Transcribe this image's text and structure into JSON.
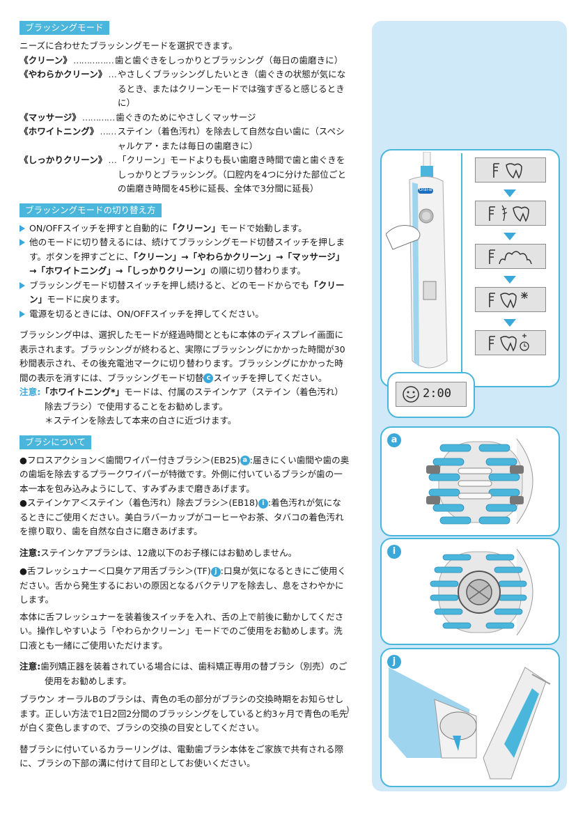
{
  "section1": {
    "title": "ブラッシングモード",
    "intro": "ニーズに合わせたブラッシングモードを選択できます。",
    "modes": [
      {
        "name": "《クリーン》",
        "dots": "……………",
        "desc": "歯と歯ぐきをしっかりとブラッシング（毎日の歯磨きに）"
      },
      {
        "name": "《やわらかクリーン》",
        "dots": "…",
        "desc": "やさしくブラッシングしたいとき（歯ぐきの状態が気になるとき、またはクリーンモードでは強すぎると感じるときに）"
      },
      {
        "name": "《マッサージ》",
        "dots": "…………",
        "desc": "歯ぐきのためにやさしくマッサージ"
      },
      {
        "name": "《ホワイトニング》",
        "dots": "……",
        "desc": "ステイン（着色汚れ）を除去して自然な白い歯に（スペシャルケア・または毎日の歯磨きに）"
      },
      {
        "name": "《しっかりクリーン》",
        "dots": "…",
        "desc": "「クリーン」モードよりも長い歯磨き時間で歯と歯ぐきをしっかりとブラッシング。（口腔内を4つに分けた部位ごとの歯磨き時間を45秒に延長、全体で3分間に延長）"
      }
    ]
  },
  "section2": {
    "title": "ブラッシングモードの切り替え方",
    "b1_pre": "ON/OFFスイッチを押すと自動的に",
    "b1_bold": "「クリーン」",
    "b1_post": "モードで始動します。",
    "b2_pre": "他のモードに切り替えるには、続けてブラッシングモード切替スイッチを押します。ボタンを押すごとに、",
    "b2_bold": "「クリーン」→「やわらかクリーン」→「マッサージ」→「ホワイトニング」→「しっかりクリーン」",
    "b2_post": "の順に切り替わります。",
    "b3_pre": "ブラッシングモード切替スイッチを押し続けると、どのモードからでも",
    "b3_bold": "「クリーン」",
    "b3_post": "モードに戻ります。",
    "b4": "電源を切るときには、ON/OFFスイッチを押してください。",
    "para_pre": "ブラッシング中は、選択したモードが経過時間とともに本体のディスプレイ画面に表示されます。ブラッシングが終わると、実際にブラッシングにかかった時間が30秒間表示され、その後充電池マークに切り替わります。ブラッシングにかかった時間の表示を消すには、ブラッシングモード切替",
    "para_badge": "c",
    "para_post": "スイッチを押してください。",
    "note_label": "注意:",
    "note_bold": "「ホワイトニング*」",
    "note_text": "モードは、付属のステインケア（ステイン（着色汚れ）除去ブラシ）で使用することをお勧めします。",
    "note_star": "＊ステインを除去して本来の白さに近づけます。"
  },
  "section3": {
    "title": "ブラシについて",
    "p1_pre": "●フロスアクション＜歯間ワイパー付きブラシ＞(EB25)",
    "p1_badge": "a",
    "p1_post": ":届きにくい歯間や歯の奥の歯垢を除去するプラークワイパーが特徴です。外側に付いているブラシが歯の一本一本を包み込みようにして、すみずみまで磨きあげます。",
    "p2_pre": "●ステインケア＜ステイン（着色汚れ）除去ブラシ＞(EB18)",
    "p2_badge": "i",
    "p2_post": ":着色汚れが気になるときにご使用ください。美白ラバーカップがコーヒーやお茶、タバコの着色汚れを擦り取り、歯を自然な白さに磨きあげます。",
    "note1_label": "注意:",
    "note1_text": "ステインケアブラシは、12歳以下のお子様にはお勧めしません。",
    "p3_pre": "●舌フレッシュナー＜口臭ケア用舌ブラシ＞(TF)",
    "p3_badge": "j",
    "p3_post": ":口臭が気になるときにご使用ください。舌から発生するにおいの原因となるバクテリアを除去し、息をさわやかにします。",
    "p4": "本体に舌フレッシュナーを装着後スイッチを入れ、舌の上で前後に動かしてください。操作しやすいよう「やわらかクリーン」モードでのご使用をお勧めします。洗口液とも一緒にご使用いただけます。",
    "note2_label": "注意:",
    "note2_text": "歯列矯正器を装着されている場合には、歯科矯正専用の替ブラシ（別売）のご使用をお勧めします。",
    "p5": "ブラウン オーラルBのブラシは、青色の毛の部分がブラシの交換時期をお知らせします。正しい方法で1日2回2分間のブラッシングをしていると約3ヶ月で青色の毛先が白く変色しますので、ブラシの交換の目安としてください。",
    "p6": "替ブラシに付いているカラーリングは、電動歯ブラシ本体をご家族で共有される際に、ブラシの下部の溝に付けて目印としてお使いください。"
  },
  "page_mark": ")",
  "figure": {
    "handle_logo": "Oral-B",
    "timer_display": "2:00",
    "label_a": "a",
    "label_i": "i",
    "label_j": "j"
  }
}
